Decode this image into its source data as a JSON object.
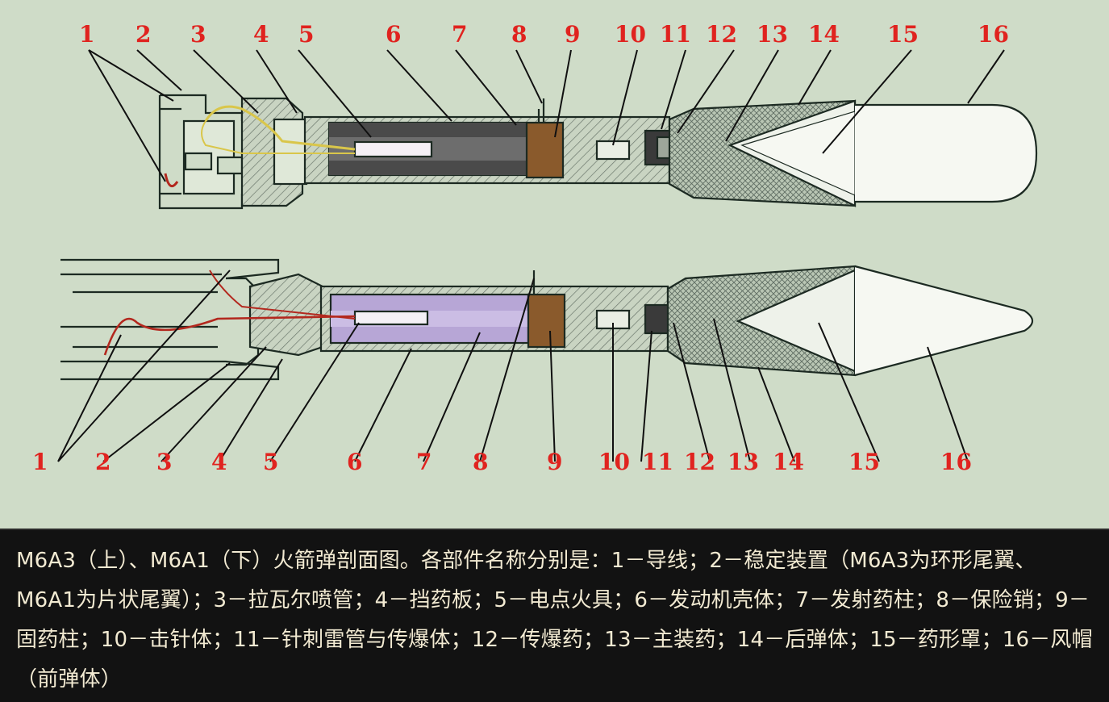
{
  "top_labels": [
    "1",
    "2",
    "3",
    "4",
    "5",
    "6",
    "7",
    "8",
    "9",
    "10",
    "11",
    "12",
    "13",
    "14",
    "15",
    "16"
  ],
  "bottom_labels": [
    "1",
    "2",
    "3",
    "4",
    "5",
    "6",
    "7",
    "8",
    "9",
    "10",
    "11",
    "12",
    "13",
    "14",
    "15",
    "16"
  ],
  "caption": "M6A3（上）、M6A1（下）火箭弹剖面图。各部件名称分别是：1－导线；2－稳定装置（M6A3为环形尾翼、M6A1为片状尾翼）；3－拉瓦尔喷管；4－挡药板；5－电点火具；6－发动机壳体；7－发射药柱；8－保险销；9－固药柱；10－击针体；11－针刺雷管与传爆体；12－传爆药；13－主装药；14－后弹体；15－药形罩；16－风帽（前弹体）",
  "colors": {
    "background": "#cfdcc8",
    "label_red": "#e0231f",
    "outline": "#1c2a22",
    "charge_dark": "#4a4a4a",
    "charge_purple": "#b7a6d6",
    "solid_block": "#8a5a2c",
    "wire_yellow": "#d9c64a",
    "wire_red": "#b3281e",
    "caption_bg": "#121212",
    "caption_text": "#f2ead2"
  }
}
